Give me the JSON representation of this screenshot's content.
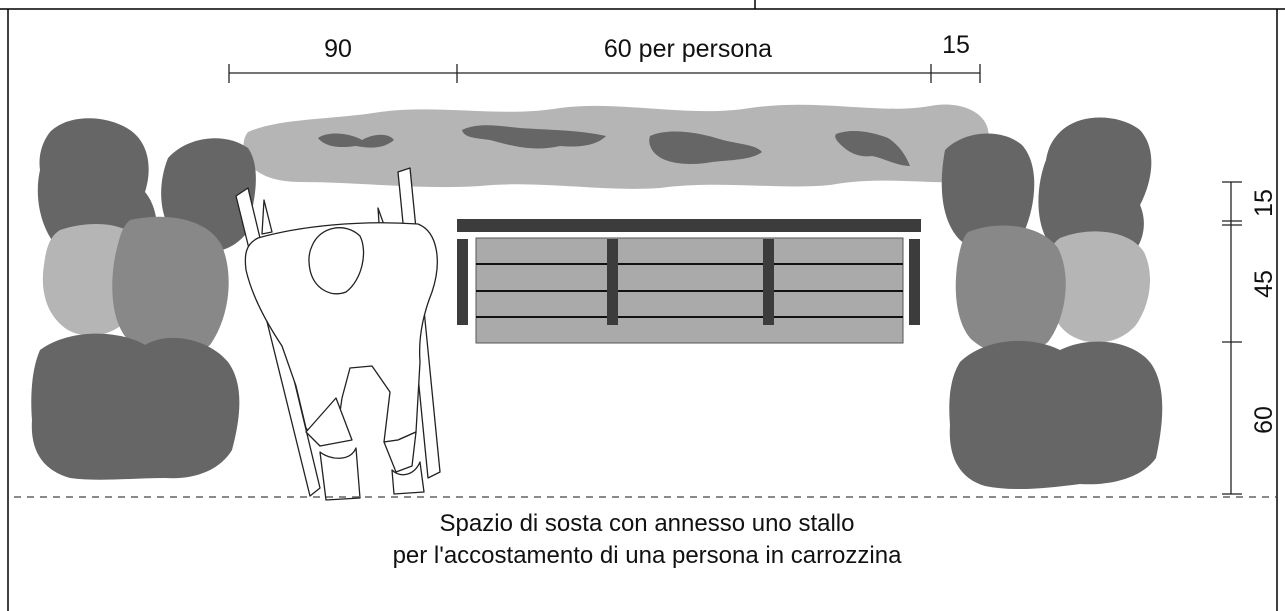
{
  "dimensions": {
    "top": [
      "90",
      "60 per persona",
      "15"
    ],
    "right": [
      "15",
      "45",
      "60"
    ]
  },
  "caption": {
    "line1": "Spazio di sosta con annesso uno stallo",
    "line2": "per l'accostamento di una persona in carrozzina"
  },
  "colors": {
    "hedge_dark": "#666666",
    "hedge_mid": "#888888",
    "hedge_light": "#b5b5b5",
    "bench_seat": "#aaaaaa",
    "bench_frame": "#3c3c3c",
    "line": "#222222"
  }
}
